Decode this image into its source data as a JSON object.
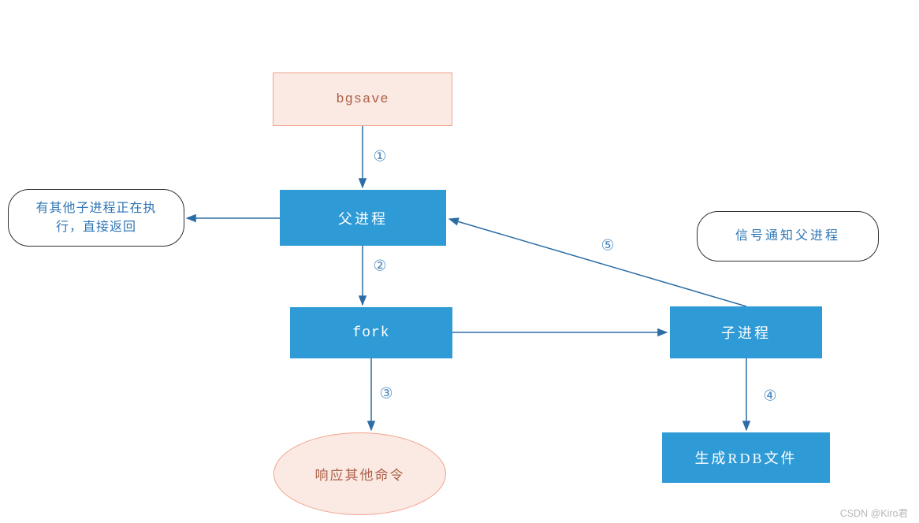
{
  "diagram": {
    "nodes": {
      "bgsave": {
        "label": "bgsave"
      },
      "parent": {
        "label": "父进程"
      },
      "early_return": {
        "lines": [
          "有其他子进程正在执",
          "行，直接返回"
        ]
      },
      "fork": {
        "label": "fork"
      },
      "child": {
        "label": "子进程"
      },
      "signal_notify": {
        "label": "信号通知父进程"
      },
      "respond_other": {
        "label": "响应其他命令"
      },
      "generate_rdb": {
        "label": "生成RDB文件"
      }
    },
    "step_labels": {
      "step1": "①",
      "step2": "②",
      "step3": "③",
      "step4": "④",
      "step5": "⑤"
    },
    "colors": {
      "node_fill_blue": "#2E9AD6",
      "node_text_white": "#FFFFFF",
      "terminal_fill_peach": "#FBE9E4",
      "terminal_border_peach": "#F0A48C",
      "terminal_text_brick": "#AD6148",
      "arrow_blue": "#2D6DA5",
      "step_label_blue": "#4E8CC2",
      "callout_text_blue": "#2E75B5",
      "callout_border_dark": "#2F2F2F",
      "watermark_gray": "#B8B8B8"
    }
  },
  "watermark": {
    "text": "CSDN @Kiro君"
  }
}
